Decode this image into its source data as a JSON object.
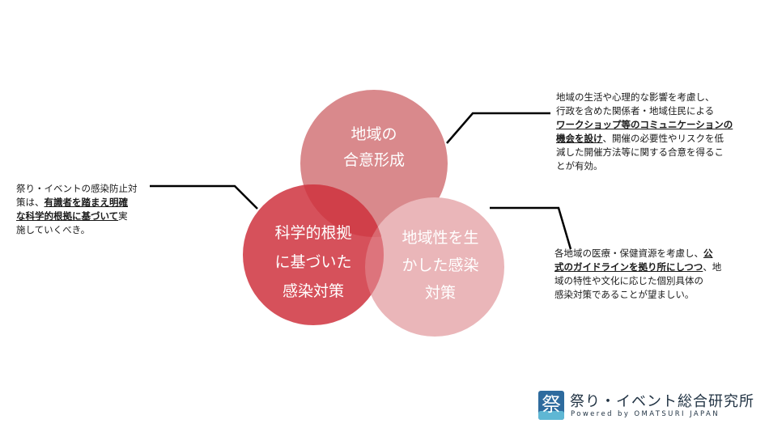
{
  "circles": {
    "top": {
      "lines": [
        "地域の",
        "合意形成"
      ],
      "color": "#d9898c"
    },
    "left": {
      "lines": [
        "科学的根拠",
        "に基づいた",
        "感染対策"
      ],
      "color": "#d6515b"
    },
    "right": {
      "lines": [
        "地域性を生",
        "かした感染",
        "対策"
      ],
      "color": "#eab6b9"
    },
    "overlap_color": "#cf3c46"
  },
  "callouts": {
    "left": {
      "lines": [
        [
          {
            "t": "祭り・イベントの感染防止対"
          }
        ],
        [
          {
            "t": "策は、"
          },
          {
            "t": "有識者を踏まえ明確",
            "b": true
          }
        ],
        [
          {
            "t": "な科学的根拠に基づいて",
            "b": true
          },
          {
            "t": "実"
          }
        ],
        [
          {
            "t": "施していくべき。"
          }
        ]
      ]
    },
    "top_right": {
      "lines": [
        [
          {
            "t": "地域の生活や心理的な影響を考慮し、"
          }
        ],
        [
          {
            "t": "行政を含めた関係者・地域住民による"
          }
        ],
        [
          {
            "t": "ワークショップ等のコミュニケーションの",
            "b": true
          }
        ],
        [
          {
            "t": "機会を設け",
            "b": true
          },
          {
            "t": "、開催の必要性やリスクを低"
          }
        ],
        [
          {
            "t": "減した開催方法等に関する合意を得るこ"
          }
        ],
        [
          {
            "t": "とが有効。"
          }
        ]
      ]
    },
    "bottom_right": {
      "lines": [
        [
          {
            "t": "各地域の医療・保健資源を考慮し、"
          },
          {
            "t": "公",
            "b": true
          }
        ],
        [
          {
            "t": "式のガイドラインを拠り所にしつつ",
            "b": true
          },
          {
            "t": "、地"
          }
        ],
        [
          {
            "t": "域の特性や文化に応じた個別具体の"
          }
        ],
        [
          {
            "t": "感染対策であることが望ましい。"
          }
        ]
      ]
    }
  },
  "logo": {
    "title": "祭り・イベント総合研究所",
    "subtitle": "Powered by OMATSURI JAPAN",
    "mark_char": "祭",
    "colors": {
      "primary": "#2e6b9e",
      "accent": "#5fb7d4"
    }
  }
}
